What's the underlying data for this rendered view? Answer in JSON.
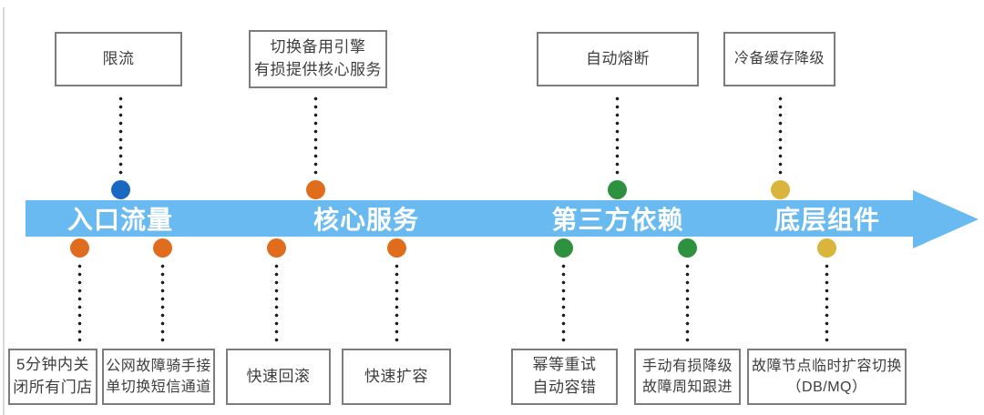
{
  "diagram": {
    "title_implied": "故障降级预案时间轴",
    "colors": {
      "arrow_band": "#6abaf2",
      "dot_blue": "#1968c2",
      "dot_orange": "#e06d1e",
      "dot_green": "#2e9140",
      "dot_yellow": "#d9b53c",
      "box_border": "#7c7c7c",
      "box_text": "#3e3e3e"
    },
    "axis_labels": [
      {
        "text": "入口流量",
        "dot_color": "#1968c2"
      },
      {
        "text": "核心服务",
        "dot_color": "#e06d1e"
      },
      {
        "text": "第三方依赖",
        "dot_color": "#2e9140"
      },
      {
        "text": "底层组件",
        "dot_color": "#d9b53c"
      }
    ],
    "top_items": [
      {
        "lines": [
          "限流"
        ],
        "dot_color": "#1968c2"
      },
      {
        "lines": [
          "切换备用引擎",
          "有损提供核心服务"
        ],
        "dot_color": "#e06d1e"
      },
      {
        "lines": [
          "自动熔断"
        ],
        "dot_color": "#2e9140"
      },
      {
        "lines": [
          "冷备缓存降级"
        ],
        "dot_color": "#d9b53c"
      }
    ],
    "bottom_items": [
      {
        "lines": [
          "5分钟内关",
          "闭所有门店"
        ],
        "dot_color": "#e06d1e"
      },
      {
        "lines": [
          "公网故障骑手接",
          "单切换短信通道"
        ],
        "dot_color": "#e06d1e"
      },
      {
        "lines": [
          "快速回滚"
        ],
        "dot_color": "#e06d1e"
      },
      {
        "lines": [
          "快速扩容"
        ],
        "dot_color": "#e06d1e"
      },
      {
        "lines": [
          "幂等重试",
          "自动容错"
        ],
        "dot_color": "#2e9140"
      },
      {
        "lines": [
          "手动有损降级",
          "故障周知跟进"
        ],
        "dot_color": "#2e9140"
      },
      {
        "lines": [
          "故障节点临时扩容切换",
          "（DB/MQ）"
        ],
        "dot_color": "#d9b53c"
      }
    ]
  }
}
